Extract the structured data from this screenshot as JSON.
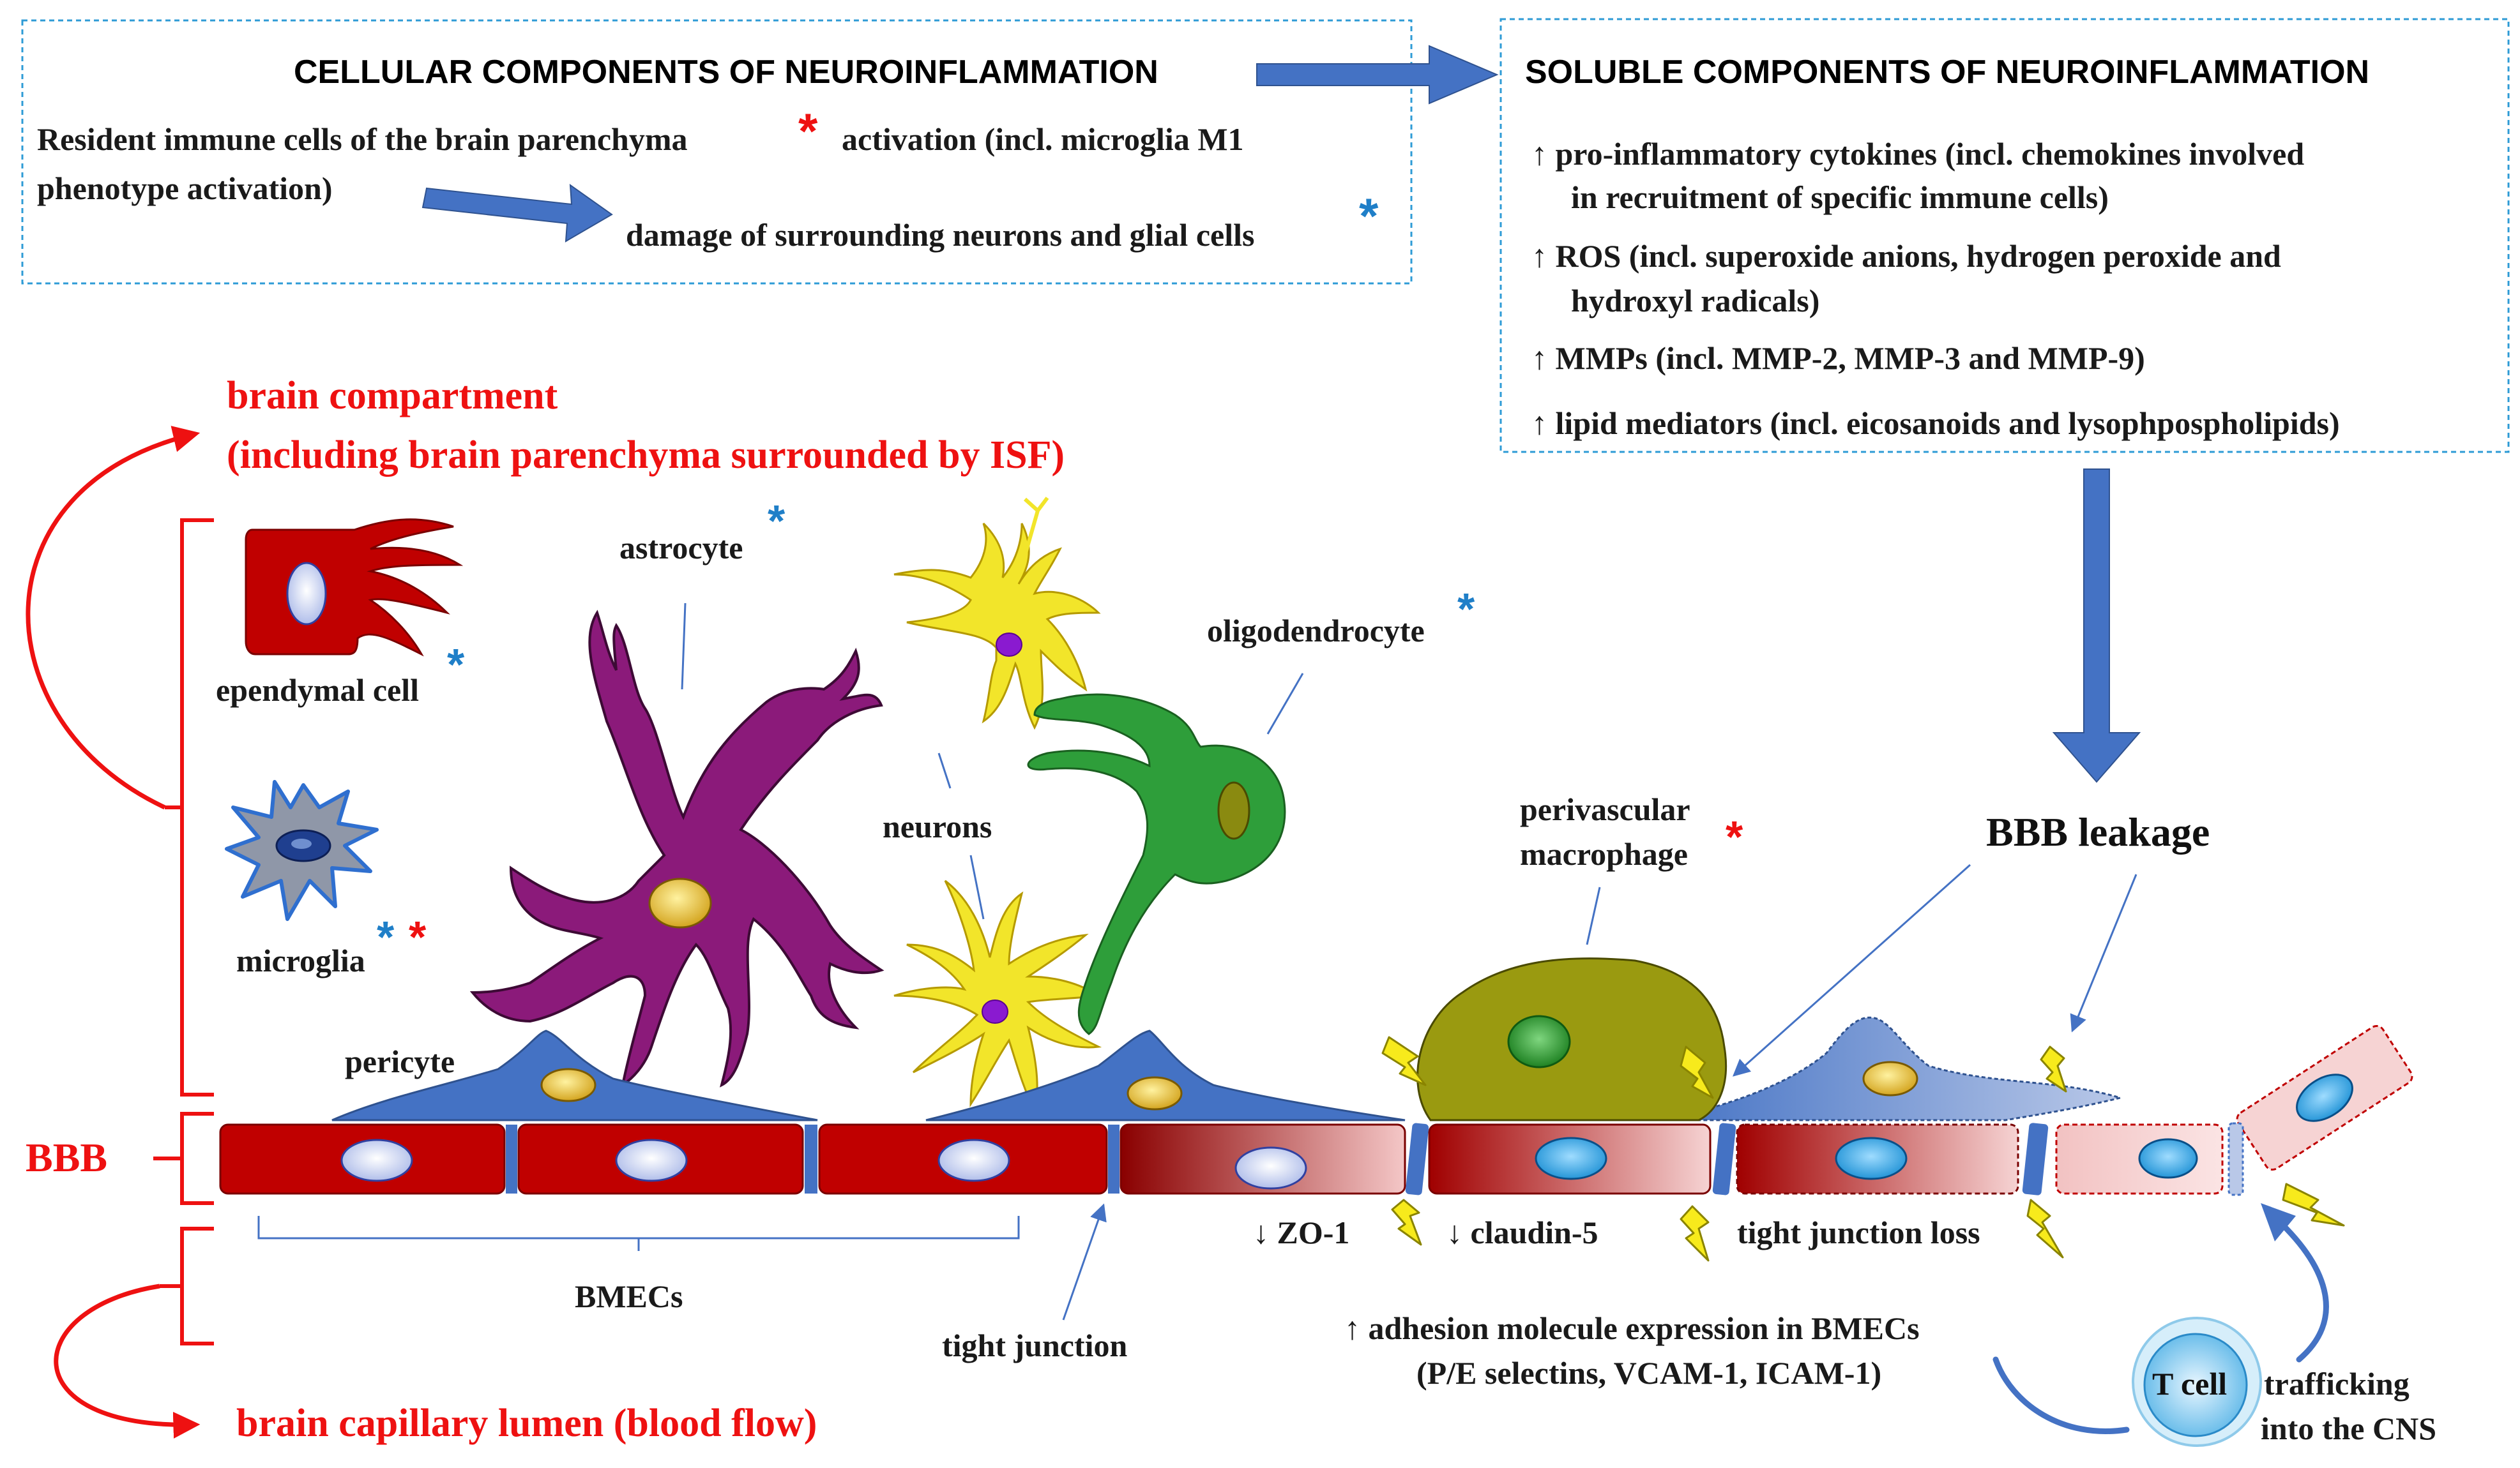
{
  "cellular": {
    "title": "CELLULAR COMPONENTS OF NEUROINFLAMMATION",
    "line1": "Resident immune cells of the brain parenchyma",
    "line1b": "activation (incl. microglia M1",
    "line2": "phenotype activation)",
    "line3": "damage of surrounding neurons and glial cells"
  },
  "soluble": {
    "title": "SOLUBLE COMPONENTS OF NEUROINFLAMMATION",
    "items": [
      {
        "line1": "↑ pro-inflammatory cytokines (incl. chemokines involved",
        "line2": "in recruitment of specific immune cells)"
      },
      {
        "line1": "↑ ROS (incl. superoxide anions, hydrogen peroxide and",
        "line2": "hydroxyl radicals)"
      },
      {
        "line1": "↑ MMPs (incl. MMP-2, MMP-3 and MMP-9)",
        "line2": ""
      },
      {
        "line1": "↑ lipid mediators (incl. eicosanoids and lysophpospholipids)",
        "line2": ""
      }
    ]
  },
  "compartments": {
    "brain_line1": "brain compartment",
    "brain_line2": "(including brain parenchyma surrounded by ISF)",
    "bbb": "BBB",
    "lumen": "brain capillary lumen (blood flow)"
  },
  "labels": {
    "ependymal": "ependymal cell",
    "microglia": "microglia",
    "astrocyte": "astrocyte",
    "neurons": "neurons",
    "oligodendrocyte": "oligodendrocyte",
    "pericyte": "pericyte",
    "perivascular_1": "perivascular",
    "perivascular_2": "macrophage",
    "bbb_leakage": "BBB leakage",
    "bmecs": "BMECs",
    "tight_junction": "tight junction",
    "zo1": "↓ ZO-1",
    "claudin5": "↓ claudin-5",
    "tj_loss": "tight junction loss",
    "adhesion_1": "↑ adhesion molecule expression in BMECs",
    "adhesion_2": "(P/E selectins, VCAM-1, ICAM-1)",
    "tcell": "T cell",
    "trafficking_1": "trafficking",
    "trafficking_2": "into the CNS"
  },
  "asterisk": "*",
  "colors": {
    "red_text": "#ee1111",
    "blue_asterisk": "#1f7fc8",
    "arrow_blue": "#4472c4",
    "endothelium": "#c00000",
    "pericyte": "#4472c4",
    "astrocyte": "#8b1a7a",
    "neuron": "#f2e52a",
    "oligodendrocyte": "#2e9e3a",
    "macrophage": "#9a9a10"
  }
}
